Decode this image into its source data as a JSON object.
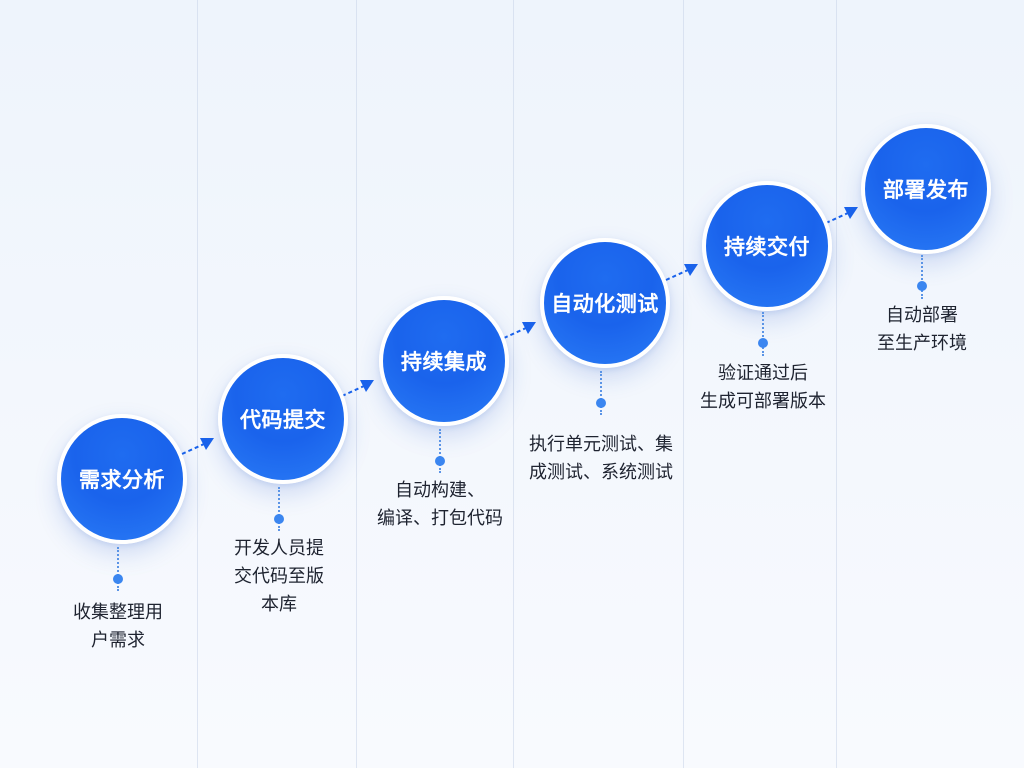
{
  "diagram": {
    "type": "process-flow",
    "direction": "ascending-left-to-right",
    "accent_color": "#1a63ec",
    "stages": [
      {
        "title": "需求分析",
        "description_lines": [
          "收集整理用",
          "户需求"
        ]
      },
      {
        "title": "代码提交",
        "description_lines": [
          "开发人员提",
          "交代码至版",
          "本库"
        ]
      },
      {
        "title": "持续集成",
        "description_lines": [
          "自动构建、",
          "编译、打包代码"
        ]
      },
      {
        "title": "自动化测试",
        "description_lines": [
          "执行单元测试、集",
          "成测试、系统测试"
        ]
      },
      {
        "title": "持续交付",
        "description_lines": [
          "验证通过后",
          "生成可部署版本"
        ]
      },
      {
        "title": "部署发布",
        "description_lines": [
          "自动部署",
          "至生产环境"
        ]
      }
    ]
  }
}
